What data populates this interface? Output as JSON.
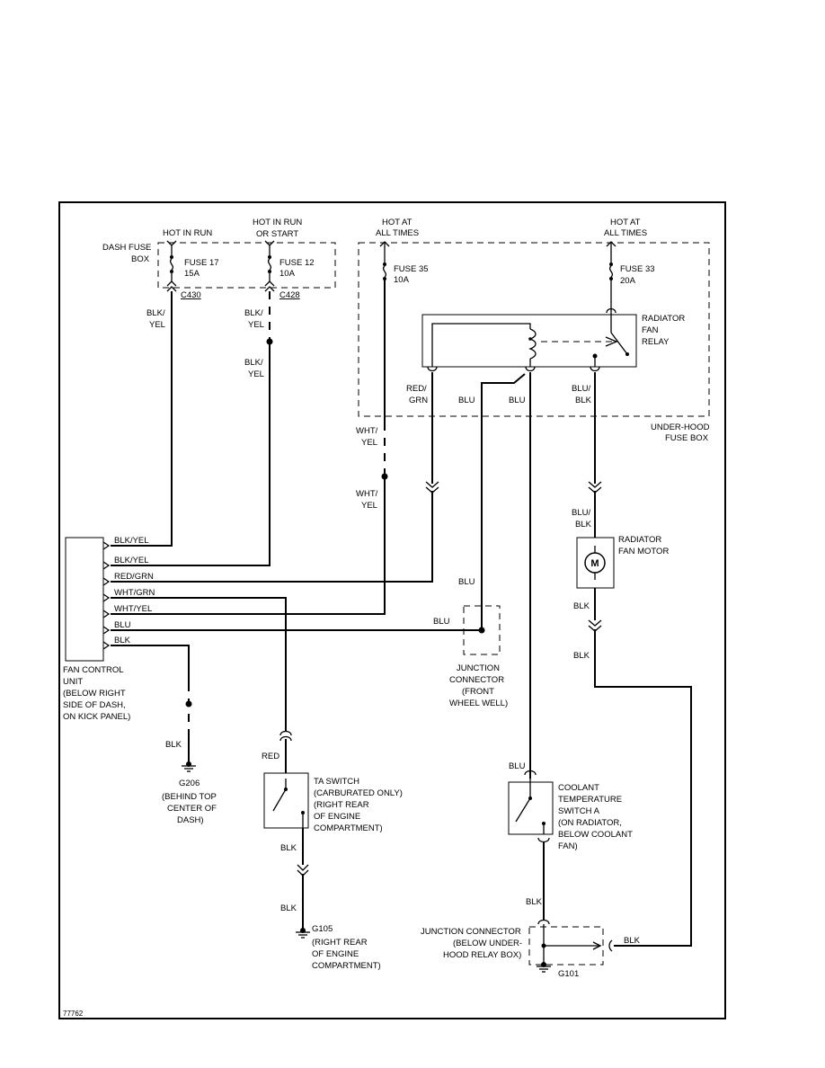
{
  "labels": {
    "hot_in_run": "HOT IN RUN",
    "hot_run_start_1": "HOT IN RUN",
    "hot_run_start_2": "OR START",
    "hot_all_1a": "HOT AT",
    "hot_all_1b": "ALL TIMES",
    "hot_all_2a": "HOT AT",
    "hot_all_2b": "ALL TIMES",
    "dash_fuse_1": "DASH FUSE",
    "dash_fuse_2": "BOX",
    "fuse17": "FUSE 17",
    "fuse17_amp": "15A",
    "fuse12": "FUSE 12",
    "fuse12_amp": "10A",
    "fuse35": "FUSE 35",
    "fuse35_amp": "10A",
    "fuse33": "FUSE 33",
    "fuse33_amp": "20A",
    "c430": "C430",
    "c428": "C428",
    "relay_1": "RADIATOR",
    "relay_2": "FAN",
    "relay_3": "RELAY",
    "uhfb_1": "UNDER-HOOD",
    "uhfb_2": "FUSE BOX",
    "motor_1": "RADIATOR",
    "motor_2": "FAN MOTOR",
    "fcu_1": "FAN CONTROL",
    "fcu_2": "UNIT",
    "fcu_3": "(BELOW RIGHT",
    "fcu_4": "SIDE OF DASH,",
    "fcu_5": "ON KICK PANEL)",
    "jc_1": "JUNCTION",
    "jc_2": "CONNECTOR",
    "jc_3": "(FRONT",
    "jc_4": "WHEEL WELL)",
    "g206": "G206",
    "g206_1": "(BEHIND TOP",
    "g206_2": "CENTER OF",
    "g206_3": "DASH)",
    "ta_1": "TA SWITCH",
    "ta_2": "(CARBURATED ONLY)",
    "ta_3": "(RIGHT REAR",
    "ta_4": "OF ENGINE",
    "ta_5": "COMPARTMENT)",
    "g105": "G105",
    "g105_1": "(RIGHT REAR",
    "g105_2": "OF ENGINE",
    "g105_3": "COMPARTMENT)",
    "cts_1": "COOLANT",
    "cts_2": "TEMPERATURE",
    "cts_3": "SWITCH A",
    "cts_4": "(ON RADIATOR,",
    "cts_5": "BELOW COOLANT",
    "cts_6": "FAN)",
    "jc2_1": "JUNCTION CONNECTOR",
    "jc2_2": "(BELOW UNDER-",
    "jc2_3": "HOOD RELAY BOX)",
    "g101": "G101",
    "fig_no": "77762"
  },
  "wires": {
    "blk_yel_a1": "BLK/",
    "blk_yel_a2": "YEL",
    "blk_yel_b1": "BLK/",
    "blk_yel_b2": "YEL",
    "blk_yel_c1": "BLK/",
    "blk_yel_c2": "YEL",
    "wht_yel_a1": "WHT/",
    "wht_yel_a2": "YEL",
    "wht_yel_b1": "WHT/",
    "wht_yel_b2": "YEL",
    "red_grn_1": "RED/",
    "red_grn_2": "GRN",
    "blu_1": "BLU",
    "blu_2": "BLU",
    "blu_blk_a1": "BLU/",
    "blu_blk_a2": "BLK",
    "blu_blk_b1": "BLU/",
    "blu_blk_b2": "BLK",
    "blk_motor_a": "BLK",
    "blk_motor_b": "BLK",
    "fcu_pin1": "BLK/YEL",
    "fcu_pin2": "BLK/YEL",
    "fcu_pin3": "RED/GRN",
    "fcu_pin4": "WHT/GRN",
    "fcu_pin5": "WHT/YEL",
    "fcu_pin6": "BLU",
    "fcu_pin7": "BLK",
    "blu_jc_top": "BLU",
    "blu_jc_left": "BLU",
    "blk_g206": "BLK",
    "red_ta": "RED",
    "blk_ta_a": "BLK",
    "blk_ta_b": "BLK",
    "blu_cts": "BLU",
    "blk_cts": "BLK",
    "blk_jc2": "BLK"
  }
}
